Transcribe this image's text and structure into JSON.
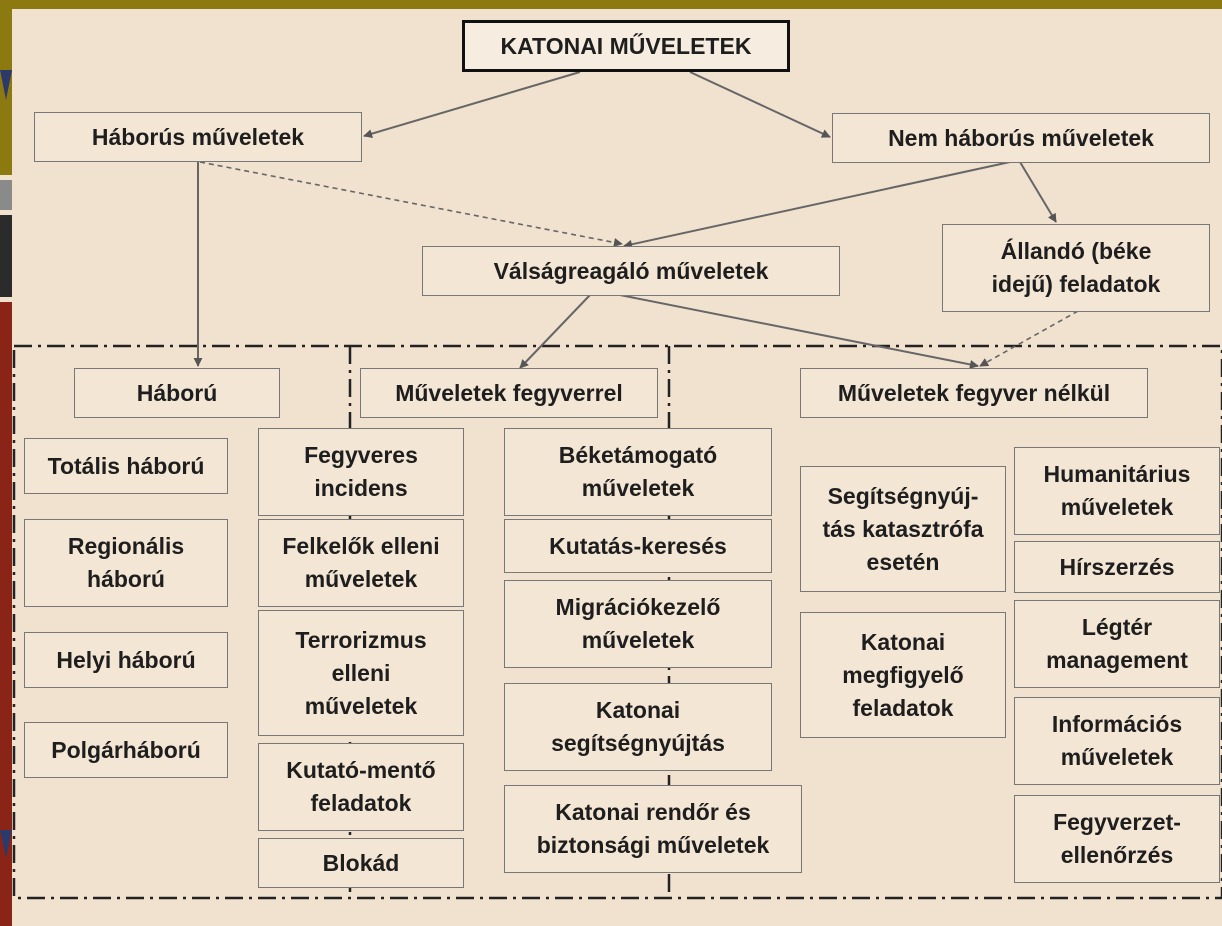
{
  "colors": {
    "background": "#f1e2d0",
    "box_fill": "#f4e6d5",
    "box_border": "#777777",
    "connector": "#666666",
    "frame_olive": "#8c7a10",
    "frame_red": "#8a2416"
  },
  "nodes": {
    "root": "KATONAI MŰVELETEK",
    "war_ops": "Háborús műveletek",
    "nonwar_ops": "Nem háborús műveletek",
    "crisis_ops": "Válságreagáló műveletek",
    "permanent_tasks": "Állandó (béke\nidejű) feladatok",
    "war": "Háború",
    "armed_ops": "Műveletek fegyverrel",
    "unarmed_ops": "Műveletek fegyver nélkül"
  },
  "war_items": [
    "Totális háború",
    "Regionális\nháború",
    "Helyi háború",
    "Polgárháború"
  ],
  "armed_left_items": [
    "Fegyveres\nincidens",
    "Felkelők elleni\nműveletek",
    "Terrorizmus\nelleni\nműveletek",
    "Kutató-mentő\nfeladatok",
    "Blokád"
  ],
  "armed_right_items": [
    "Béketámogató\nműveletek",
    "Kutatás-keresés",
    "Migrációkezelő\nműveletek",
    "Katonai\nsegítségnyújtás",
    "Katonai rendőr és\nbiztonsági műveletek"
  ],
  "unarmed_left_items": [
    "Segítségnyúj-\ntás katasztrófa\nesetén",
    "Katonai\nmegfigyelő\nfeladatok"
  ],
  "unarmed_right_items": [
    "Humanitárius\nműveletek",
    "Hírszerzés",
    "Légtér\nmanagement",
    "Információs\nműveletek",
    "Fegyverzet-\nellenőrzés"
  ]
}
